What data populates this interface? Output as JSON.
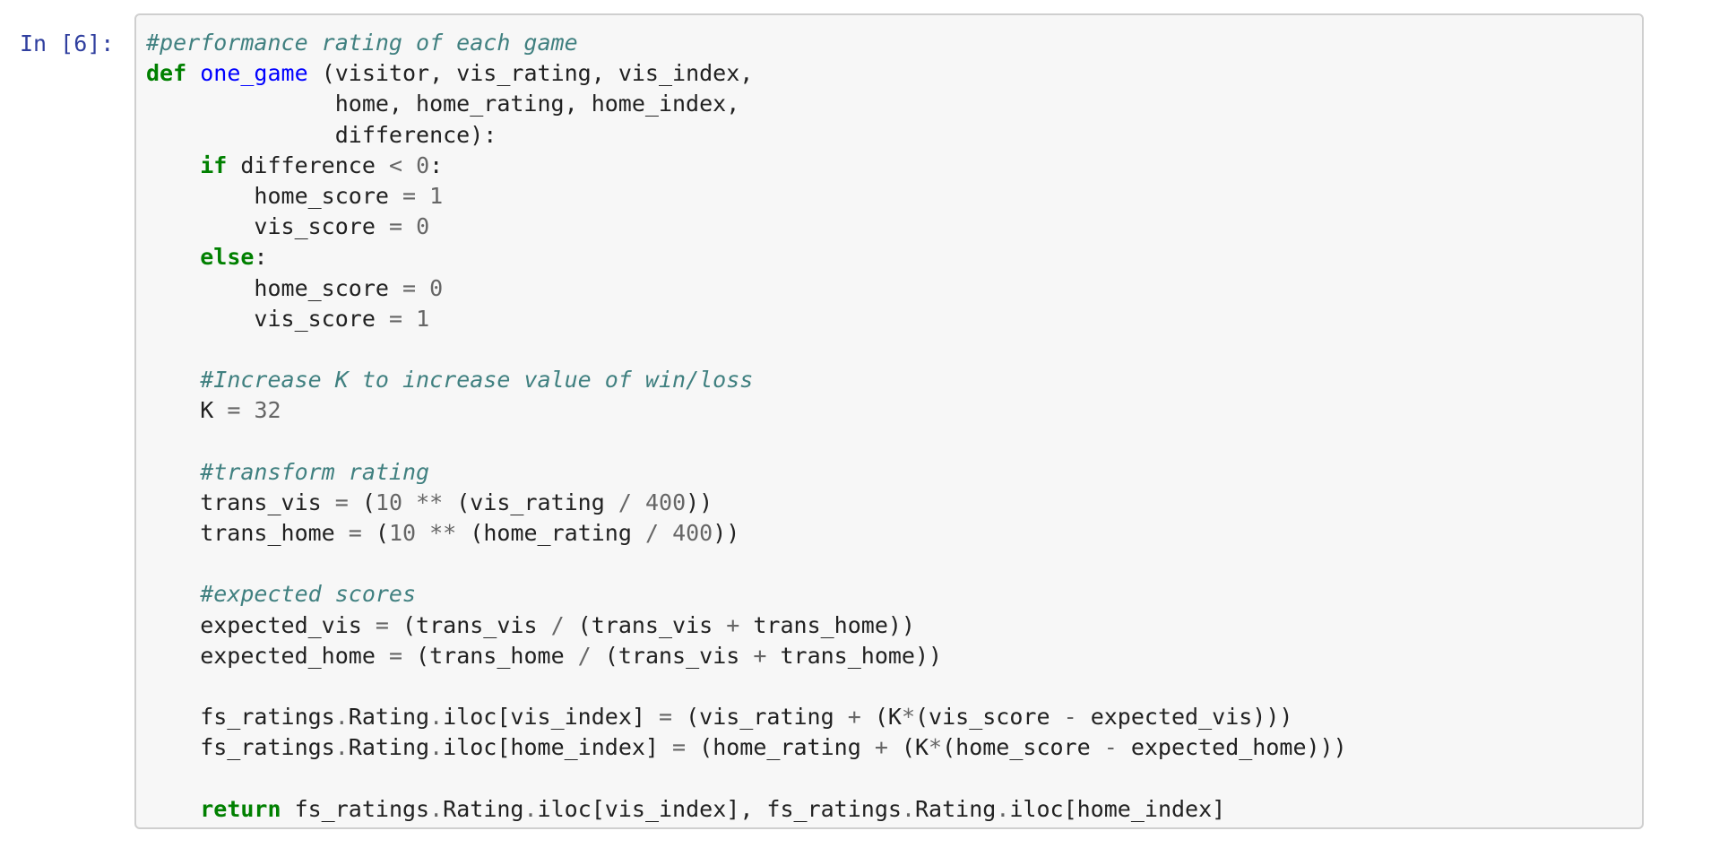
{
  "cell": {
    "prompt": "In [6]:",
    "lines": [
      [
        {
          "t": "cm",
          "v": "#performance rating of each game"
        }
      ],
      [
        {
          "t": "kw",
          "v": "def"
        },
        {
          "t": "txt",
          "v": " "
        },
        {
          "t": "fn",
          "v": "one_game"
        },
        {
          "t": "txt",
          "v": " (visitor, vis_rating, vis_index,"
        }
      ],
      [
        {
          "t": "txt",
          "v": "              home, home_rating, home_index,"
        }
      ],
      [
        {
          "t": "txt",
          "v": "              difference):"
        }
      ],
      [
        {
          "t": "txt",
          "v": "    "
        },
        {
          "t": "kw",
          "v": "if"
        },
        {
          "t": "txt",
          "v": " difference "
        },
        {
          "t": "op",
          "v": "<"
        },
        {
          "t": "txt",
          "v": " "
        },
        {
          "t": "num",
          "v": "0"
        },
        {
          "t": "txt",
          "v": ":"
        }
      ],
      [
        {
          "t": "txt",
          "v": "        home_score "
        },
        {
          "t": "op",
          "v": "="
        },
        {
          "t": "txt",
          "v": " "
        },
        {
          "t": "num",
          "v": "1"
        }
      ],
      [
        {
          "t": "txt",
          "v": "        vis_score "
        },
        {
          "t": "op",
          "v": "="
        },
        {
          "t": "txt",
          "v": " "
        },
        {
          "t": "num",
          "v": "0"
        }
      ],
      [
        {
          "t": "txt",
          "v": "    "
        },
        {
          "t": "kw",
          "v": "else"
        },
        {
          "t": "txt",
          "v": ":"
        }
      ],
      [
        {
          "t": "txt",
          "v": "        home_score "
        },
        {
          "t": "op",
          "v": "="
        },
        {
          "t": "txt",
          "v": " "
        },
        {
          "t": "num",
          "v": "0"
        }
      ],
      [
        {
          "t": "txt",
          "v": "        vis_score "
        },
        {
          "t": "op",
          "v": "="
        },
        {
          "t": "txt",
          "v": " "
        },
        {
          "t": "num",
          "v": "1"
        }
      ],
      [],
      [
        {
          "t": "txt",
          "v": "    "
        },
        {
          "t": "cm",
          "v": "#Increase K to increase value of win/loss"
        }
      ],
      [
        {
          "t": "txt",
          "v": "    K "
        },
        {
          "t": "op",
          "v": "="
        },
        {
          "t": "txt",
          "v": " "
        },
        {
          "t": "num",
          "v": "32"
        }
      ],
      [],
      [
        {
          "t": "txt",
          "v": "    "
        },
        {
          "t": "cm",
          "v": "#transform rating"
        }
      ],
      [
        {
          "t": "txt",
          "v": "    trans_vis "
        },
        {
          "t": "op",
          "v": "="
        },
        {
          "t": "txt",
          "v": " ("
        },
        {
          "t": "num",
          "v": "10"
        },
        {
          "t": "txt",
          "v": " "
        },
        {
          "t": "op",
          "v": "**"
        },
        {
          "t": "txt",
          "v": " (vis_rating "
        },
        {
          "t": "op",
          "v": "/"
        },
        {
          "t": "txt",
          "v": " "
        },
        {
          "t": "num",
          "v": "400"
        },
        {
          "t": "txt",
          "v": "))"
        }
      ],
      [
        {
          "t": "txt",
          "v": "    trans_home "
        },
        {
          "t": "op",
          "v": "="
        },
        {
          "t": "txt",
          "v": " ("
        },
        {
          "t": "num",
          "v": "10"
        },
        {
          "t": "txt",
          "v": " "
        },
        {
          "t": "op",
          "v": "**"
        },
        {
          "t": "txt",
          "v": " (home_rating "
        },
        {
          "t": "op",
          "v": "/"
        },
        {
          "t": "txt",
          "v": " "
        },
        {
          "t": "num",
          "v": "400"
        },
        {
          "t": "txt",
          "v": "))"
        }
      ],
      [],
      [
        {
          "t": "txt",
          "v": "    "
        },
        {
          "t": "cm",
          "v": "#expected scores"
        }
      ],
      [
        {
          "t": "txt",
          "v": "    expected_vis "
        },
        {
          "t": "op",
          "v": "="
        },
        {
          "t": "txt",
          "v": " (trans_vis "
        },
        {
          "t": "op",
          "v": "/"
        },
        {
          "t": "txt",
          "v": " (trans_vis "
        },
        {
          "t": "op",
          "v": "+"
        },
        {
          "t": "txt",
          "v": " trans_home))"
        }
      ],
      [
        {
          "t": "txt",
          "v": "    expected_home "
        },
        {
          "t": "op",
          "v": "="
        },
        {
          "t": "txt",
          "v": " (trans_home "
        },
        {
          "t": "op",
          "v": "/"
        },
        {
          "t": "txt",
          "v": " (trans_vis "
        },
        {
          "t": "op",
          "v": "+"
        },
        {
          "t": "txt",
          "v": " trans_home))"
        }
      ],
      [],
      [
        {
          "t": "txt",
          "v": "    fs_ratings"
        },
        {
          "t": "op",
          "v": "."
        },
        {
          "t": "txt",
          "v": "Rating"
        },
        {
          "t": "op",
          "v": "."
        },
        {
          "t": "txt",
          "v": "iloc[vis_index] "
        },
        {
          "t": "op",
          "v": "="
        },
        {
          "t": "txt",
          "v": " (vis_rating "
        },
        {
          "t": "op",
          "v": "+"
        },
        {
          "t": "txt",
          "v": " (K"
        },
        {
          "t": "op",
          "v": "*"
        },
        {
          "t": "txt",
          "v": "(vis_score "
        },
        {
          "t": "op",
          "v": "-"
        },
        {
          "t": "txt",
          "v": " expected_vis)))"
        }
      ],
      [
        {
          "t": "txt",
          "v": "    fs_ratings"
        },
        {
          "t": "op",
          "v": "."
        },
        {
          "t": "txt",
          "v": "Rating"
        },
        {
          "t": "op",
          "v": "."
        },
        {
          "t": "txt",
          "v": "iloc[home_index] "
        },
        {
          "t": "op",
          "v": "="
        },
        {
          "t": "txt",
          "v": " (home_rating "
        },
        {
          "t": "op",
          "v": "+"
        },
        {
          "t": "txt",
          "v": " (K"
        },
        {
          "t": "op",
          "v": "*"
        },
        {
          "t": "txt",
          "v": "(home_score "
        },
        {
          "t": "op",
          "v": "-"
        },
        {
          "t": "txt",
          "v": " expected_home)))"
        }
      ],
      [],
      [
        {
          "t": "txt",
          "v": "    "
        },
        {
          "t": "kw",
          "v": "return"
        },
        {
          "t": "txt",
          "v": " fs_ratings"
        },
        {
          "t": "op",
          "v": "."
        },
        {
          "t": "txt",
          "v": "Rating"
        },
        {
          "t": "op",
          "v": "."
        },
        {
          "t": "txt",
          "v": "iloc[vis_index], fs_ratings"
        },
        {
          "t": "op",
          "v": "."
        },
        {
          "t": "txt",
          "v": "Rating"
        },
        {
          "t": "op",
          "v": "."
        },
        {
          "t": "txt",
          "v": "iloc[home_index]"
        }
      ]
    ]
  },
  "colors": {
    "prompt": "#303F9F",
    "comment": "#408080",
    "keyword": "#008000",
    "function_name": "#0000FF",
    "number": "#666666",
    "text": "#212121",
    "cell_background": "#f7f7f7",
    "cell_border": "#cfcfcf"
  }
}
